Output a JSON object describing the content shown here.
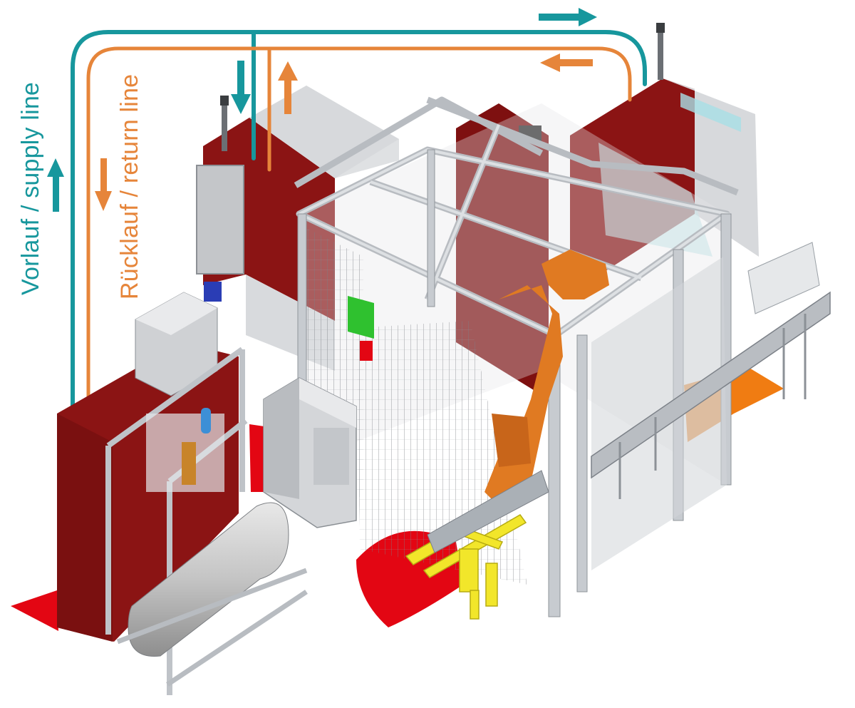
{
  "labels": {
    "supply": "Vorlauf / supply line",
    "return": "Rücklauf / return line"
  },
  "colors": {
    "supply": "#17979d",
    "return": "#e6853a",
    "cabinet": "#8b1414",
    "floor_marking": "#e30613",
    "robot": "#e07a22",
    "gripper": "#f2e62a",
    "frame": "#c9cdd2",
    "panel": "#dfe1e4"
  },
  "icons": {
    "supply_arrows": [
      "arrow-up",
      "arrow-down",
      "arrow-right"
    ],
    "return_arrows": [
      "arrow-down",
      "arrow-up",
      "arrow-left"
    ]
  }
}
